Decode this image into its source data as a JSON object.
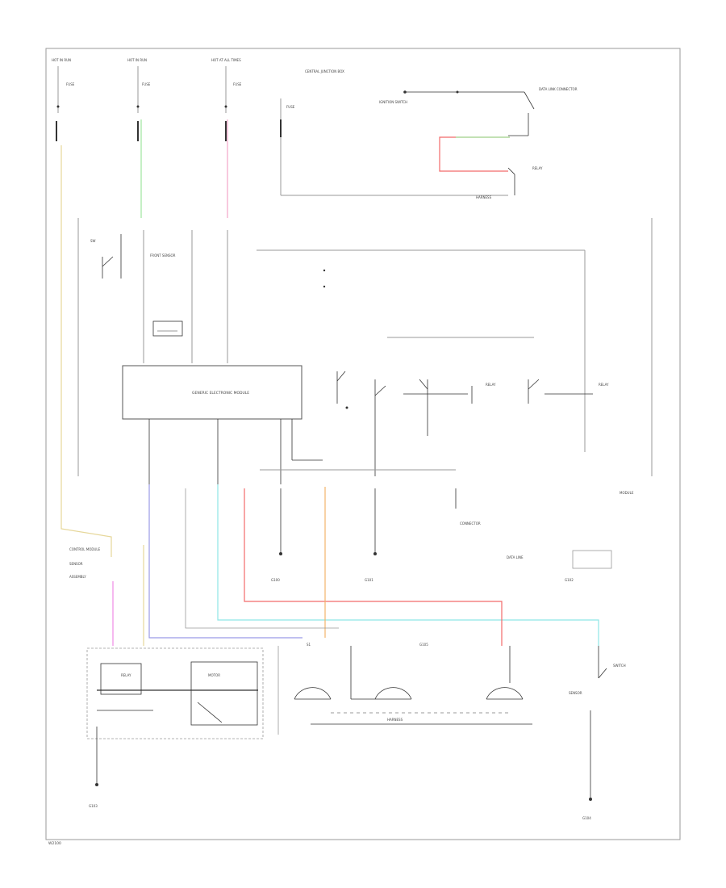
{
  "labels": {
    "hot_in_run_1": "HOT IN RUN",
    "hot_in_run_2": "HOT IN RUN",
    "hot_at_all_times": "HOT AT ALL TIMES",
    "fuse_1": "FUSE",
    "fuse_2": "FUSE",
    "fuse_3": "FUSE",
    "fuse_4": "FUSE",
    "central_junction": "CENTRAL JUNCTION BOX",
    "generic_module": "GENERIC ELECTRONIC MODULE",
    "ignition_switch": "IGNITION SWITCH",
    "data_link": "DATA LINK CONNECTOR",
    "splice": "S1",
    "relay": "RELAY",
    "control_unit": "CONTROL MODULE",
    "front_sensor": "FRONT SENSOR",
    "ground_1": "G100",
    "ground_2": "G101",
    "ground_3": "G102",
    "ground_4": "G103",
    "ground_5": "G104",
    "ground_6": "G105",
    "harness_left": "HARNESS",
    "harness_right": "HARNESS",
    "module_label": "MODULE",
    "diagram_id": "W2100"
  },
  "colors": {
    "yellow": "#e6d79a",
    "green": "#9ee69e",
    "pink": "#f2a5c8",
    "red": "#f26a6a",
    "blue": "#9a9ae6",
    "cyan": "#8ee6e6",
    "orange": "#f2b46a",
    "magenta": "#f08ae6",
    "black": "#333333",
    "gray": "#9a9a9a"
  }
}
